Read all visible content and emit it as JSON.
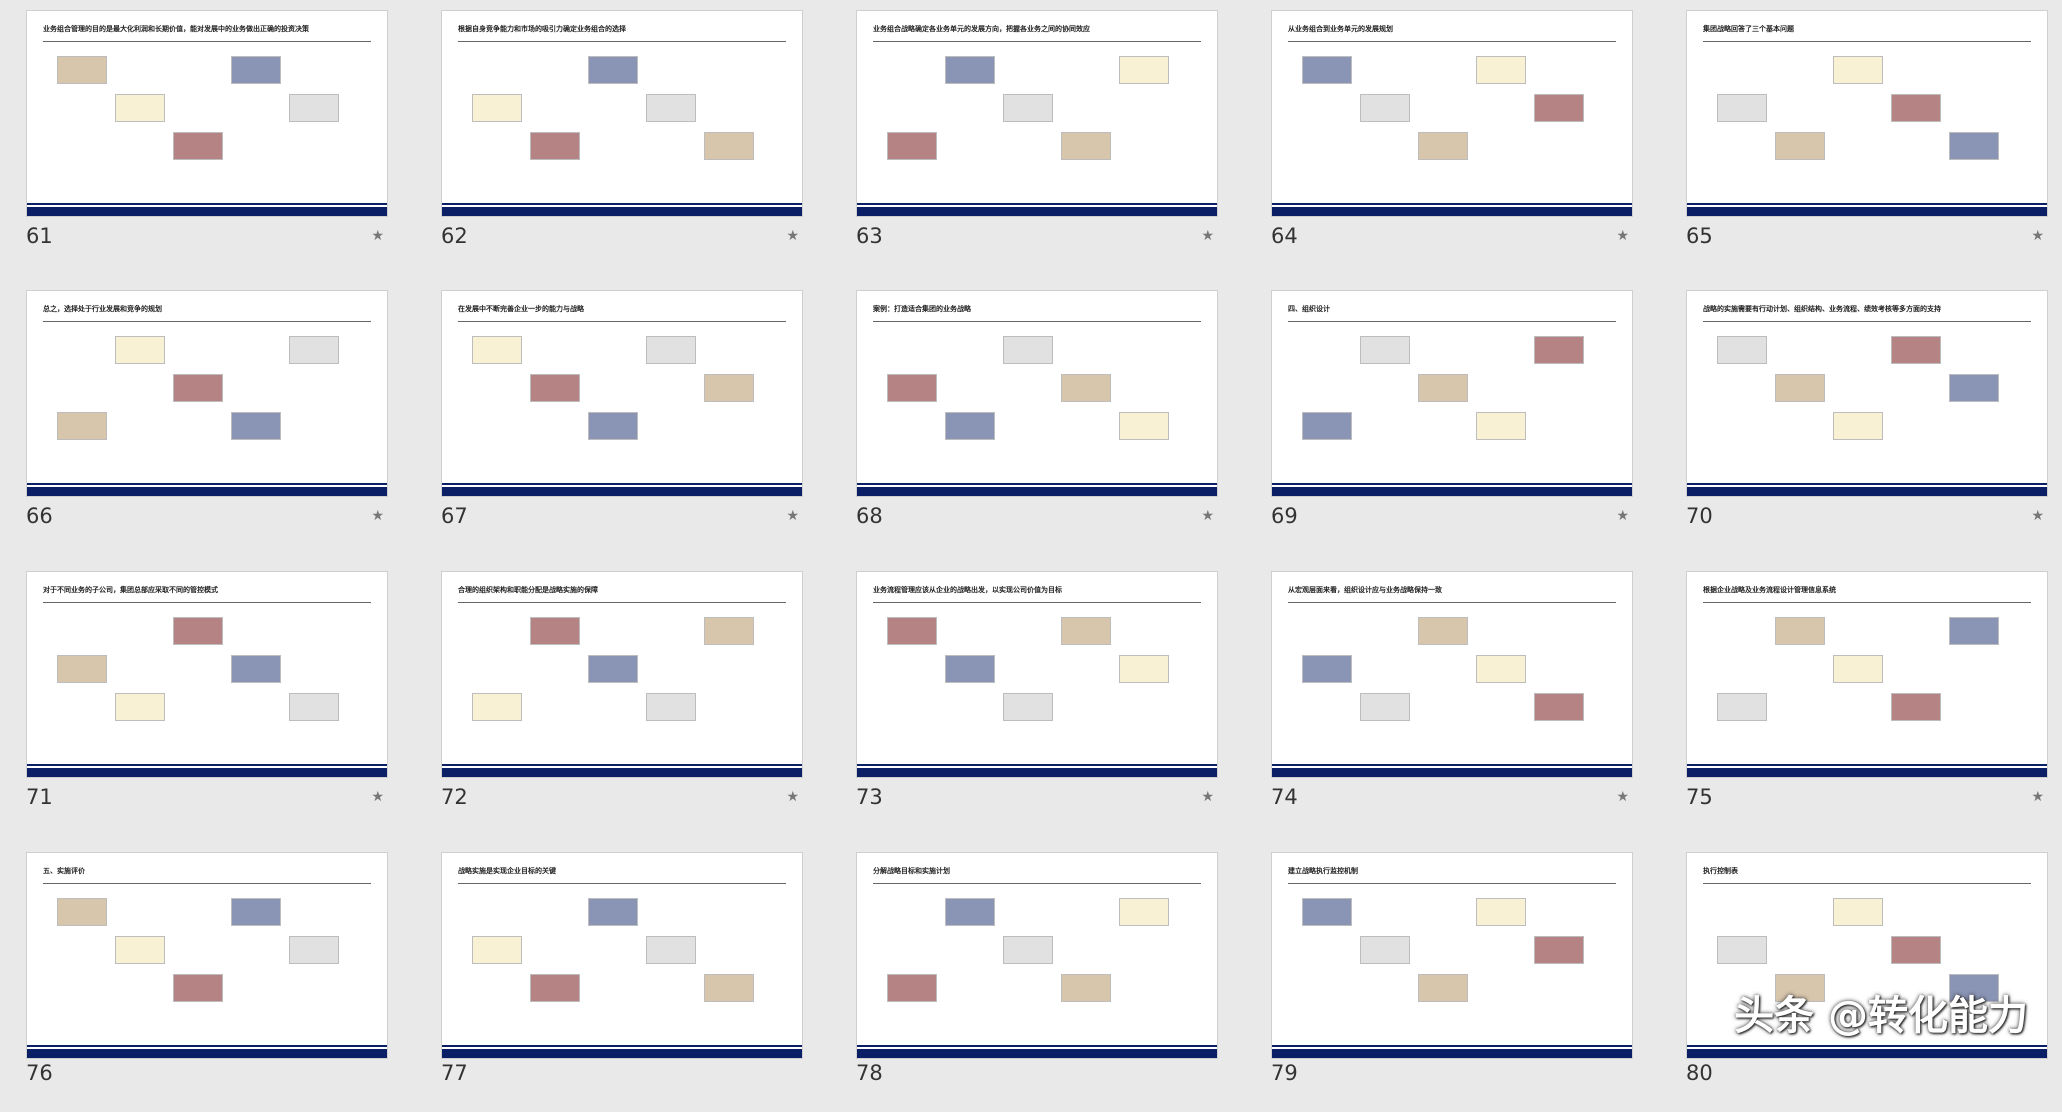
{
  "slides": [
    {
      "num": "61",
      "title": "业务组合管理的目的是最大化利润和长期价值，能对发展中的业务做出正确的投资决策"
    },
    {
      "num": "62",
      "title": "根据自身竞争能力和市场的吸引力确定业务组合的选择"
    },
    {
      "num": "63",
      "title": "业务组合战略确定各业务单元的发展方向，把握各业务之间的协同效应"
    },
    {
      "num": "64",
      "title": "从业务组合到业务单元的发展规划"
    },
    {
      "num": "65",
      "title": "集团战略回答了三个基本问题"
    },
    {
      "num": "66",
      "title": "总之，选择处于行业发展和竞争的规划"
    },
    {
      "num": "67",
      "title": "在发展中不断完善企业一步的能力与战略"
    },
    {
      "num": "68",
      "title": "案例：打造适合集团的业务战略"
    },
    {
      "num": "69",
      "title": "四、组织设计"
    },
    {
      "num": "70",
      "title": "战略的实施需要有行动计划、组织结构、业务流程、绩效考核等多方面的支持"
    },
    {
      "num": "71",
      "title": "对于不同业务的子公司，集团总部应采取不同的管控模式"
    },
    {
      "num": "72",
      "title": "合理的组织架构和职能分配是战略实施的保障"
    },
    {
      "num": "73",
      "title": "业务流程管理应该从企业的战略出发，以实现公司价值为目标"
    },
    {
      "num": "74",
      "title": "从宏观层面来看，组织设计应与业务战略保持一致"
    },
    {
      "num": "75",
      "title": "根据企业战略及业务流程设计管理信息系统"
    },
    {
      "num": "76",
      "title": "五、实施评价"
    },
    {
      "num": "77",
      "title": "战略实施是实现企业目标的关键"
    },
    {
      "num": "78",
      "title": "分解战略目标和实施计划"
    },
    {
      "num": "79",
      "title": "建立战略执行监控机制"
    },
    {
      "num": "80",
      "title": "执行控制表"
    }
  ],
  "star_icon": "★",
  "watermark": "头条 @转化能力"
}
